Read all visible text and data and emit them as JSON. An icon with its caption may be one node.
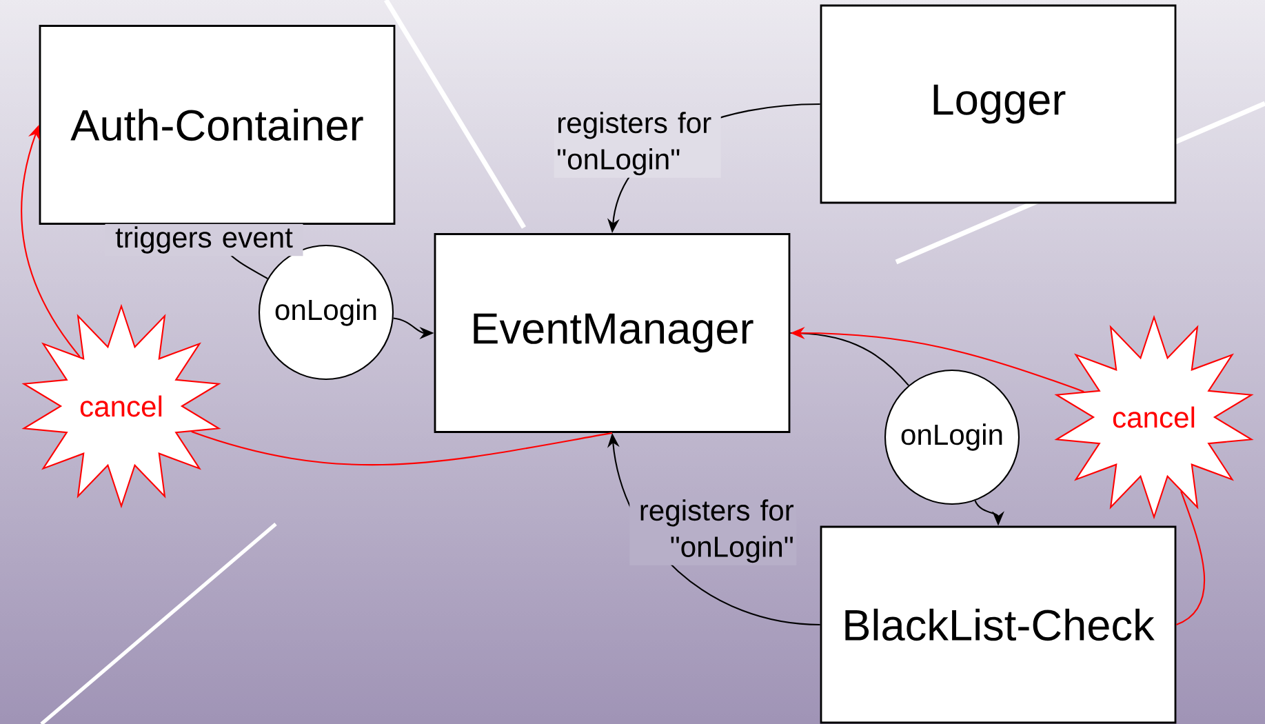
{
  "diagram": {
    "nodes": [
      {
        "text": [
          "Auth-Container"
        ]
      },
      {
        "text": [
          "Logger"
        ]
      },
      {
        "text": [
          "EventManager"
        ]
      },
      {
        "text": [
          "onLogin"
        ]
      },
      {
        "text": [
          "cancel"
        ]
      },
      {
        "text": [
          "onLogin"
        ]
      },
      {
        "text": [
          "cancel"
        ]
      },
      {
        "text": [
          "BlackList-Check"
        ]
      }
    ],
    "edges": [
      {
        "from": 0,
        "to": 3,
        "arrow": "none",
        "label": "triggers event"
      },
      {
        "from": 3,
        "to": 2,
        "arrow": "to"
      },
      {
        "from": 1,
        "to": 2,
        "arrow": "to",
        "label": "registers for \"onLogin\""
      },
      {
        "from": 7,
        "to": 2,
        "arrow": "to",
        "label": "registers for \"onLogin\""
      },
      {
        "from": 2,
        "to": 5,
        "arrow": "none"
      },
      {
        "from": 5,
        "to": 7,
        "arrow": "to"
      },
      {
        "from": 7,
        "to": 6,
        "arrow": "none",
        "color": "#ff0000"
      },
      {
        "from": 6,
        "to": 2,
        "arrow": "to",
        "color": "#ff0000"
      },
      {
        "from": 4,
        "to": 0,
        "arrow": "to",
        "color": "#ff0000"
      },
      {
        "from": 2,
        "to": 4,
        "arrow": "none",
        "color": "#ff0000"
      }
    ]
  }
}
